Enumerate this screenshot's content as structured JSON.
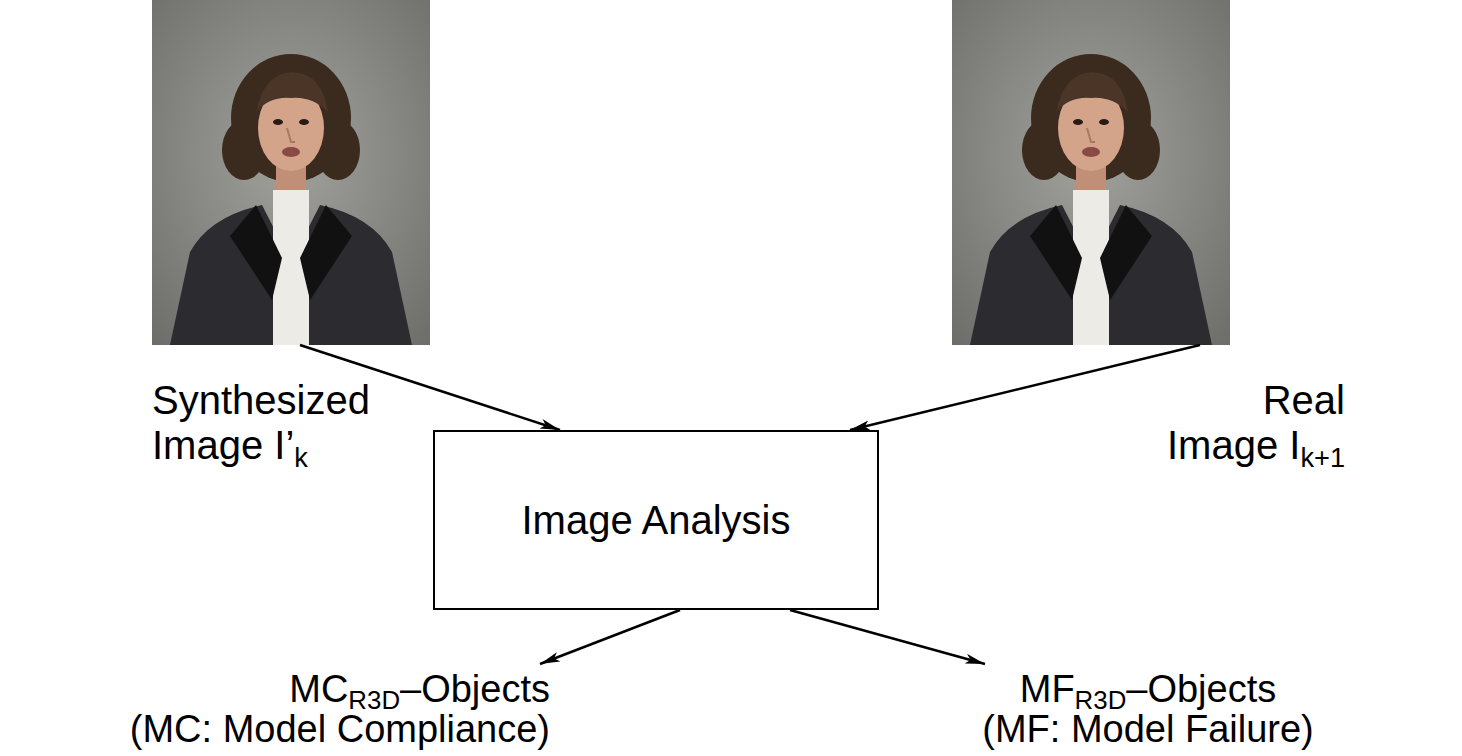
{
  "diagram": {
    "nodes": [
      {
        "text": [
          "Synthesized Image I’k"
        ]
      },
      {
        "text": [
          "Real Image Ik+1"
        ]
      },
      {
        "text": [
          "Image Analysis"
        ]
      },
      {
        "text": [
          "MCR3D–Objects",
          "(MC: Model Compliance)"
        ]
      },
      {
        "text": [
          "MFR3D–Objects",
          "(MF: Model Failure)"
        ]
      }
    ],
    "edges": [
      {
        "from": 0,
        "to": 2,
        "arrow": "to"
      },
      {
        "from": 1,
        "to": 2,
        "arrow": "to"
      },
      {
        "from": 2,
        "to": 3,
        "arrow": "to"
      },
      {
        "from": 2,
        "to": 4,
        "arrow": "to"
      }
    ]
  }
}
